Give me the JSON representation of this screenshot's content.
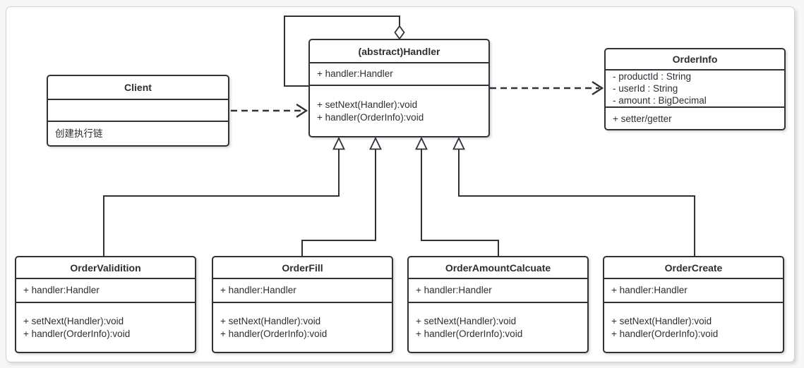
{
  "diagram": {
    "kind": "uml-class-diagram",
    "pattern": "chain-of-responsibility"
  },
  "colors": {
    "line": "#2f3339",
    "box_border": "#2f3339",
    "box_background": "#ffffff",
    "text": "#2b2e33",
    "frame_border": "#d2d2d2",
    "page_background": "#f7f7f7"
  },
  "classes": {
    "client": {
      "name": "Client",
      "attrs": [],
      "note": "创建执行链"
    },
    "handler": {
      "name": "(abstract)Handler",
      "attrs": [
        "+ handler:Handler"
      ],
      "methods": [
        "+ setNext(Handler):void",
        "+ handler(OrderInfo):void"
      ]
    },
    "orderinfo": {
      "name": "OrderInfo",
      "attrs": [
        "- productId : String",
        "- userId : String",
        "- amount : BigDecimal"
      ],
      "methods": [
        "+ setter/getter"
      ]
    },
    "ordervalidition": {
      "name": "OrderValidition",
      "attrs": [
        "+ handler:Handler"
      ],
      "methods": [
        "+ setNext(Handler):void",
        "+ handler(OrderInfo):void"
      ]
    },
    "orderfill": {
      "name": "OrderFill",
      "attrs": [
        "+ handler:Handler"
      ],
      "methods": [
        "+ setNext(Handler):void",
        "+ handler(OrderInfo):void"
      ]
    },
    "orderamountcalcuate": {
      "name": "OrderAmountCalcuate",
      "attrs": [
        "+ handler:Handler"
      ],
      "methods": [
        "+ setNext(Handler):void",
        "+ handler(OrderInfo):void"
      ]
    },
    "ordercreate": {
      "name": "OrderCreate",
      "attrs": [
        "+ handler:Handler"
      ],
      "methods": [
        "+ setNext(Handler):void",
        "+ handler(OrderInfo):void"
      ]
    }
  },
  "relations": [
    {
      "type": "dependency",
      "from": "Client",
      "to": "(abstract)Handler",
      "style": "dashed-open-arrow"
    },
    {
      "type": "dependency",
      "from": "(abstract)Handler",
      "to": "OrderInfo",
      "style": "dashed-open-arrow"
    },
    {
      "type": "aggregation",
      "from": "(abstract)Handler",
      "to": "(abstract)Handler",
      "style": "self-loop-hollow-diamond"
    },
    {
      "type": "inheritance",
      "from": "OrderValidition",
      "to": "(abstract)Handler"
    },
    {
      "type": "inheritance",
      "from": "OrderFill",
      "to": "(abstract)Handler"
    },
    {
      "type": "inheritance",
      "from": "OrderAmountCalcuate",
      "to": "(abstract)Handler"
    },
    {
      "type": "inheritance",
      "from": "OrderCreate",
      "to": "(abstract)Handler"
    }
  ]
}
